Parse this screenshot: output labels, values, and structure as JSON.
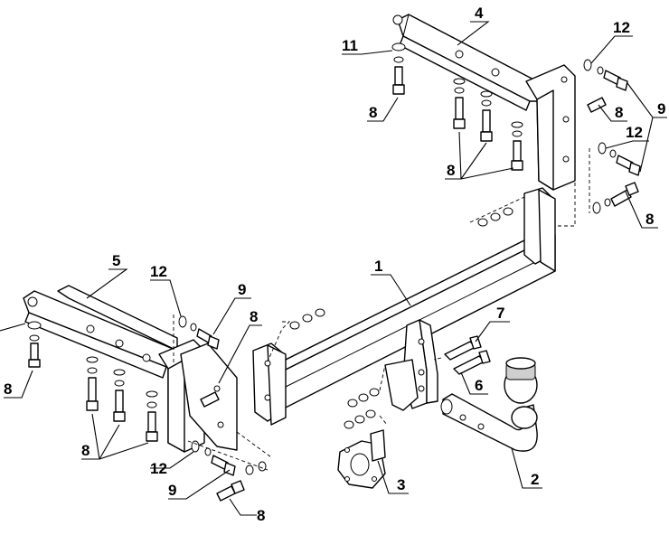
{
  "callouts": [
    {
      "id": "c1",
      "text": "1"
    },
    {
      "id": "c2",
      "text": "2"
    },
    {
      "id": "c3",
      "text": "3"
    },
    {
      "id": "c4",
      "text": "4"
    },
    {
      "id": "c5",
      "text": "5"
    },
    {
      "id": "c6",
      "text": "6"
    },
    {
      "id": "c7",
      "text": "7"
    },
    {
      "id": "c8a",
      "text": "8"
    },
    {
      "id": "c8b",
      "text": "8"
    },
    {
      "id": "c8c",
      "text": "8"
    },
    {
      "id": "c8d",
      "text": "8"
    },
    {
      "id": "c8e",
      "text": "8"
    },
    {
      "id": "c8f",
      "text": "8"
    },
    {
      "id": "c8g",
      "text": "8"
    },
    {
      "id": "c8h",
      "text": "8"
    },
    {
      "id": "c9a",
      "text": "9"
    },
    {
      "id": "c9b",
      "text": "9"
    },
    {
      "id": "c9c",
      "text": "9"
    },
    {
      "id": "c11",
      "text": "11"
    },
    {
      "id": "c12a",
      "text": "12"
    },
    {
      "id": "c12b",
      "text": "12"
    },
    {
      "id": "c12c",
      "text": "12"
    },
    {
      "id": "c12d",
      "text": "12"
    }
  ]
}
